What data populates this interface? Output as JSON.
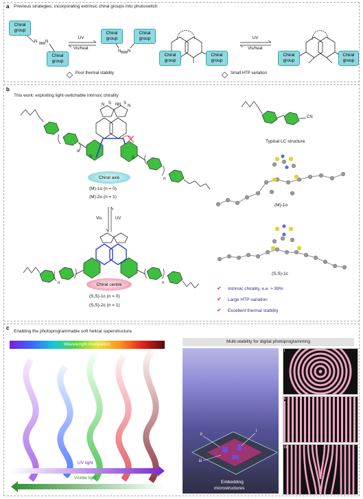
{
  "panel_a": {
    "label": "a",
    "title": "Previous strategies: incorporating extrinsic chiral groups into photoswitch",
    "chiral_group": "Chiral group",
    "n1": "N",
    "n2": "N",
    "arrow1_top": "UV",
    "arrow1_bottom": "Vis/heat",
    "arrow2_top": "UV",
    "arrow2_bottom": "Vis/heat",
    "note1": "Poor thermal stability",
    "note2": "Small HTP variation"
  },
  "panel_b": {
    "label": "b",
    "title": "This work: exploiting light-switchable intrinsic chirality",
    "chiral_axis": "Chiral axis",
    "chiral_centre": "Chiral centre",
    "m1o": "(M)-1o (n = 0)",
    "m2o": "(M)-2o (n = 1)",
    "ss1c": "(S,S)-1c (n = 0)",
    "ss2c": "(S,S)-2c (n = 1)",
    "vis": "Vis",
    "uv": "UV",
    "n_label": "n",
    "cn_label": "CN",
    "lc_label": "Typical LC structure",
    "crystal1": "(M)-1o",
    "crystal2": "(S,S)-1c",
    "feat1": "Intrinsic chirality, e.e. > 99%",
    "feat2": "Large HTP variation",
    "feat3": "Excellent thermal stability",
    "atoms": [
      "N",
      "S",
      "N",
      "N",
      "S",
      "N",
      "S",
      "S"
    ]
  },
  "panel_c": {
    "label": "c",
    "title": "Enabling the photoprogrammable soft helical superstructure",
    "wavelength": "Wavelength modulation",
    "uv_light": "UV light",
    "visible_light": "Visible light",
    "multi_title": "Multi-stability for digital photoprogramming",
    "embed1": "Embedding",
    "embed2": "microstructures",
    "roman": [
      "i",
      "ii",
      "iii"
    ],
    "roman_small": [
      "ii",
      "i",
      "iii"
    ]
  },
  "colors": {
    "teal_fill": "#8fd9df",
    "teal_stroke": "#2aa6b4",
    "green_ring": "#3fbf3f",
    "pink": "#f2a3c3",
    "accent_red": "#d03050",
    "blue_text": "#2a2a9a"
  }
}
